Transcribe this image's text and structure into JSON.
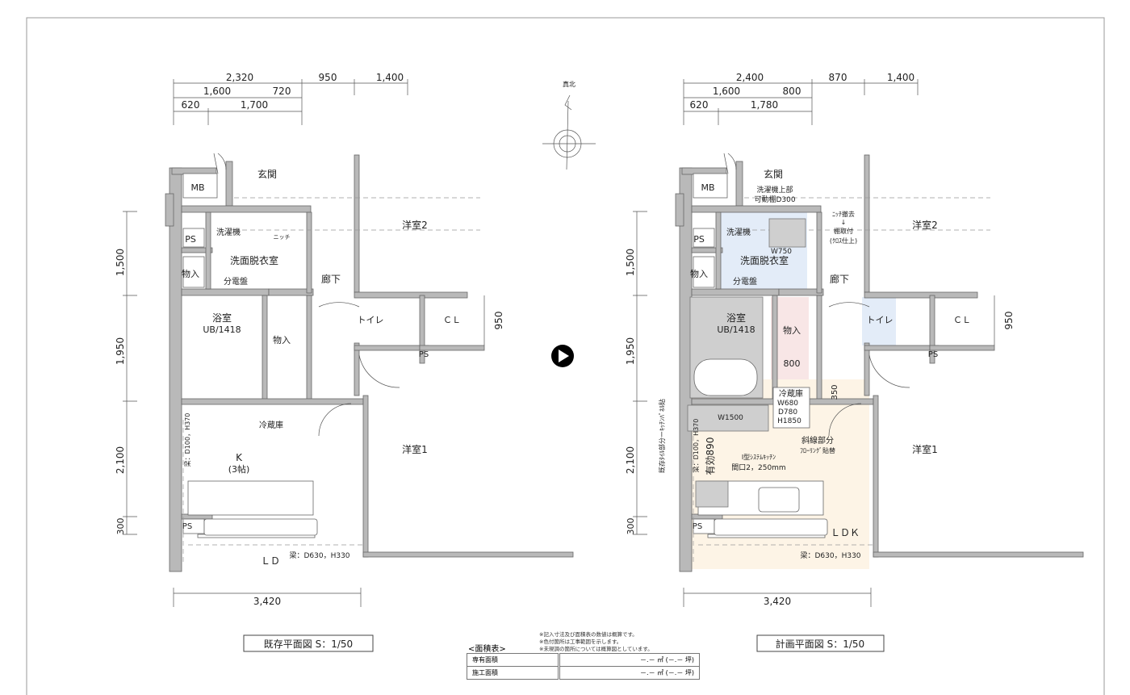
{
  "compass": {
    "label": "真北"
  },
  "existing": {
    "dims_top": [
      "2,320",
      "950",
      "1,400",
      "1,600",
      "720",
      "620",
      "1,700"
    ],
    "dims_left": [
      "1,500",
      "1,950",
      "2,100",
      "300"
    ],
    "dim_bottom": "3,420",
    "dim_toilet": "950",
    "rooms": {
      "entrance": "玄関",
      "mb": "MB",
      "washer": "洗濯機",
      "niche": "ニッチ",
      "ps1": "PS",
      "washroom": "洗面脱衣室",
      "storage1": "物入",
      "panel": "分電盤",
      "hall": "廊下",
      "western2": "洋室2",
      "bath": "浴室",
      "bath_ub": "UB/1418",
      "storage2": "物入",
      "toilet": "トイレ",
      "closet": "ＣＬ",
      "ps2": "PS",
      "fridge": "冷蔵庫",
      "beam1": "梁：D100，H370",
      "kitchen": "K",
      "kitchen_size": "(3帖)",
      "western1": "洋室1",
      "ps3": "PS",
      "ld": "ＬＤ",
      "beam2": "梁：D630，H330"
    },
    "title": "既存平面図 S：1/50"
  },
  "planned": {
    "dims_top": [
      "2,400",
      "870",
      "1,400",
      "1,600",
      "800",
      "620",
      "1,780"
    ],
    "dims_left": [
      "1,500",
      "1,950",
      "2,100",
      "300"
    ],
    "dim_bottom": "3,420",
    "dim_toilet": "950",
    "rooms": {
      "entrance": "玄関",
      "mb": "MB",
      "washer": "洗濯機",
      "shelf_note_1": "洗濯機上部",
      "shelf_note_2": "可動棚D300",
      "niche_note_1": "ﾆｯﾁ撤去",
      "niche_arrow": "↓",
      "niche_note_2": "棚取付",
      "niche_note_3": "(ｸﾛｽ仕上)",
      "w750": "W750",
      "ps1": "PS",
      "washroom": "洗面脱衣室",
      "storage1": "物入",
      "panel": "分電盤",
      "hall": "廊下",
      "western2": "洋室2",
      "bath": "浴室",
      "bath_ub": "UB/1418",
      "storage2": "物入",
      "storage_width": "800",
      "dim_350": "350",
      "toilet": "トイレ",
      "closet": "ＣＬ",
      "ps2": "PS",
      "fridge": "冷蔵庫",
      "fridge_w": "W680",
      "fridge_d": "D780",
      "fridge_h": "H1850",
      "w1500": "W1500",
      "beam1": "梁：D100，H370",
      "effective": "有効890",
      "kitchen_1": "I型ｼｽﾃﾑｷｯﾁﾝ",
      "kitchen_2": "間口2，250mm",
      "floor_1": "斜線部分",
      "floor_2": "ﾌﾛｰﾘﾝｸﾞ貼替",
      "tile_note": "既存ﾀｲﾙ部分ーｷｯﾁﾝﾊﾟﾈﾙ貼",
      "western1": "洋室1",
      "ps3": "PS",
      "ldk": "ＬＤＫ",
      "beam2": "梁：D630，H330"
    },
    "title": "計画平面図 S：1/50"
  },
  "area_table": {
    "caption": "<面積表>",
    "notes": [
      "※記入寸法及び面積表の数値は概算です。",
      "※色付箇所は工事範囲を示します。",
      "※未現調の箇所については概算図としています。"
    ],
    "rows": [
      {
        "label": "専有面積",
        "value": "－.－ ㎡ (－.－ 坪)"
      },
      {
        "label": "施工面積",
        "value": "－.－ ㎡ (－.－ 坪)"
      }
    ]
  },
  "colors": {
    "washroom": "#e3ecf8",
    "storage": "#f8e6e6",
    "toilet": "#e3ecf8",
    "ldk": "#fdf4e6",
    "arrow": "#000000"
  }
}
